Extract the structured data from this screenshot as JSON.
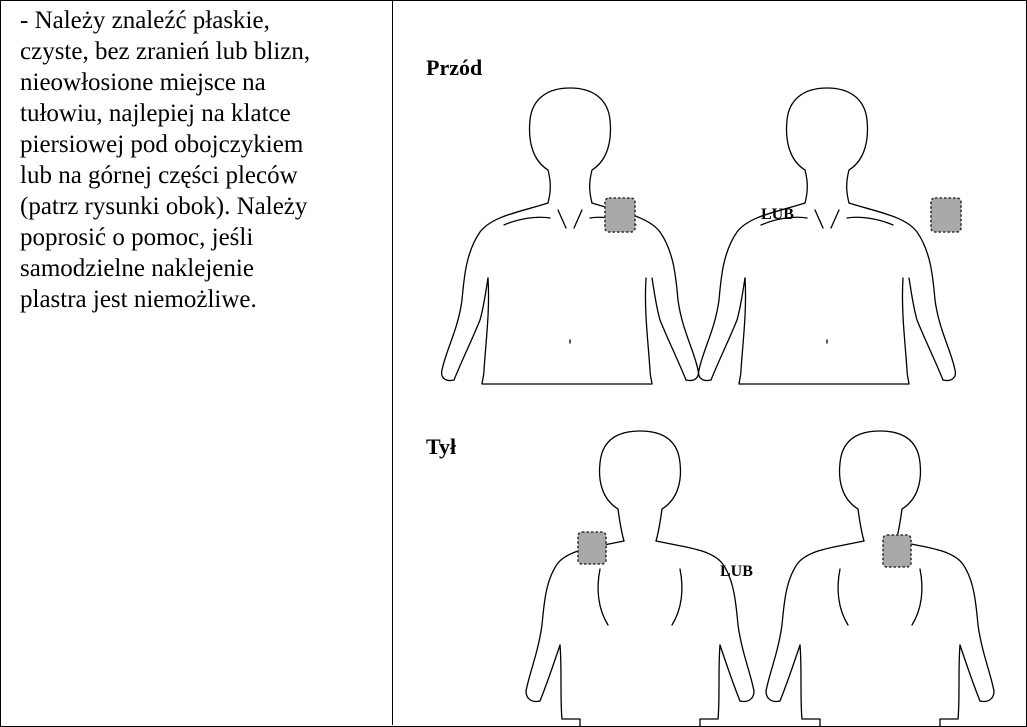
{
  "instruction": {
    "text": "- Należy znaleźć płaskie,\nczyste, bez zranień lub blizn,\nnieowłosione miejsce na\ntułowiu, najlepiej na klatce\npiersiowej pod obojczykiem\nlub na górnej części pleców\n(patrz rysunki obok). Należy\npoprosić o pomoc, jeśli\nsamodzielne naklejenie\nplastra jest niemożliwe."
  },
  "figures": {
    "front_label": "Przód",
    "back_label": "Tył",
    "or_front": "LUB",
    "or_back": "LUB"
  },
  "colors": {
    "patch_fill": "#a9a9a9",
    "line": "#000000"
  }
}
